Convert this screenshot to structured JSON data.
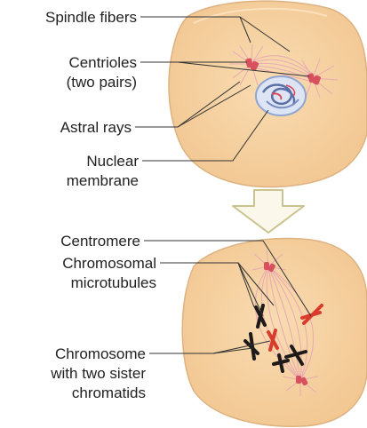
{
  "labels": {
    "spindle_fibers": "Spindle fibers",
    "centrioles_line1": "Centrioles",
    "centrioles_line2": "(two pairs)",
    "astral_rays": "Astral rays",
    "nuclear_line1": "Nuclear",
    "nuclear_line2": "membrane",
    "centromere": "Centromere",
    "chromosomal_line1": "Chromosomal",
    "chromosomal_line2": "microtubules",
    "chromosome_line1": "Chromosome",
    "chromosome_line2": "with two sister",
    "chromosome_line3": "chromatids"
  },
  "colors": {
    "cell_fill": "#f6d3a3",
    "cell_stroke": "#ddb280",
    "fiber": "#e9a9b4",
    "centriole": "#d8505e",
    "nucleus": "#8fa6d2",
    "chromosome_dark": "#1e1a1a",
    "chromosome_red": "#d93c2c",
    "leader": "#333333",
    "arrow_fill": "#fbf7ea",
    "arrow_stroke": "#c9c48f"
  }
}
